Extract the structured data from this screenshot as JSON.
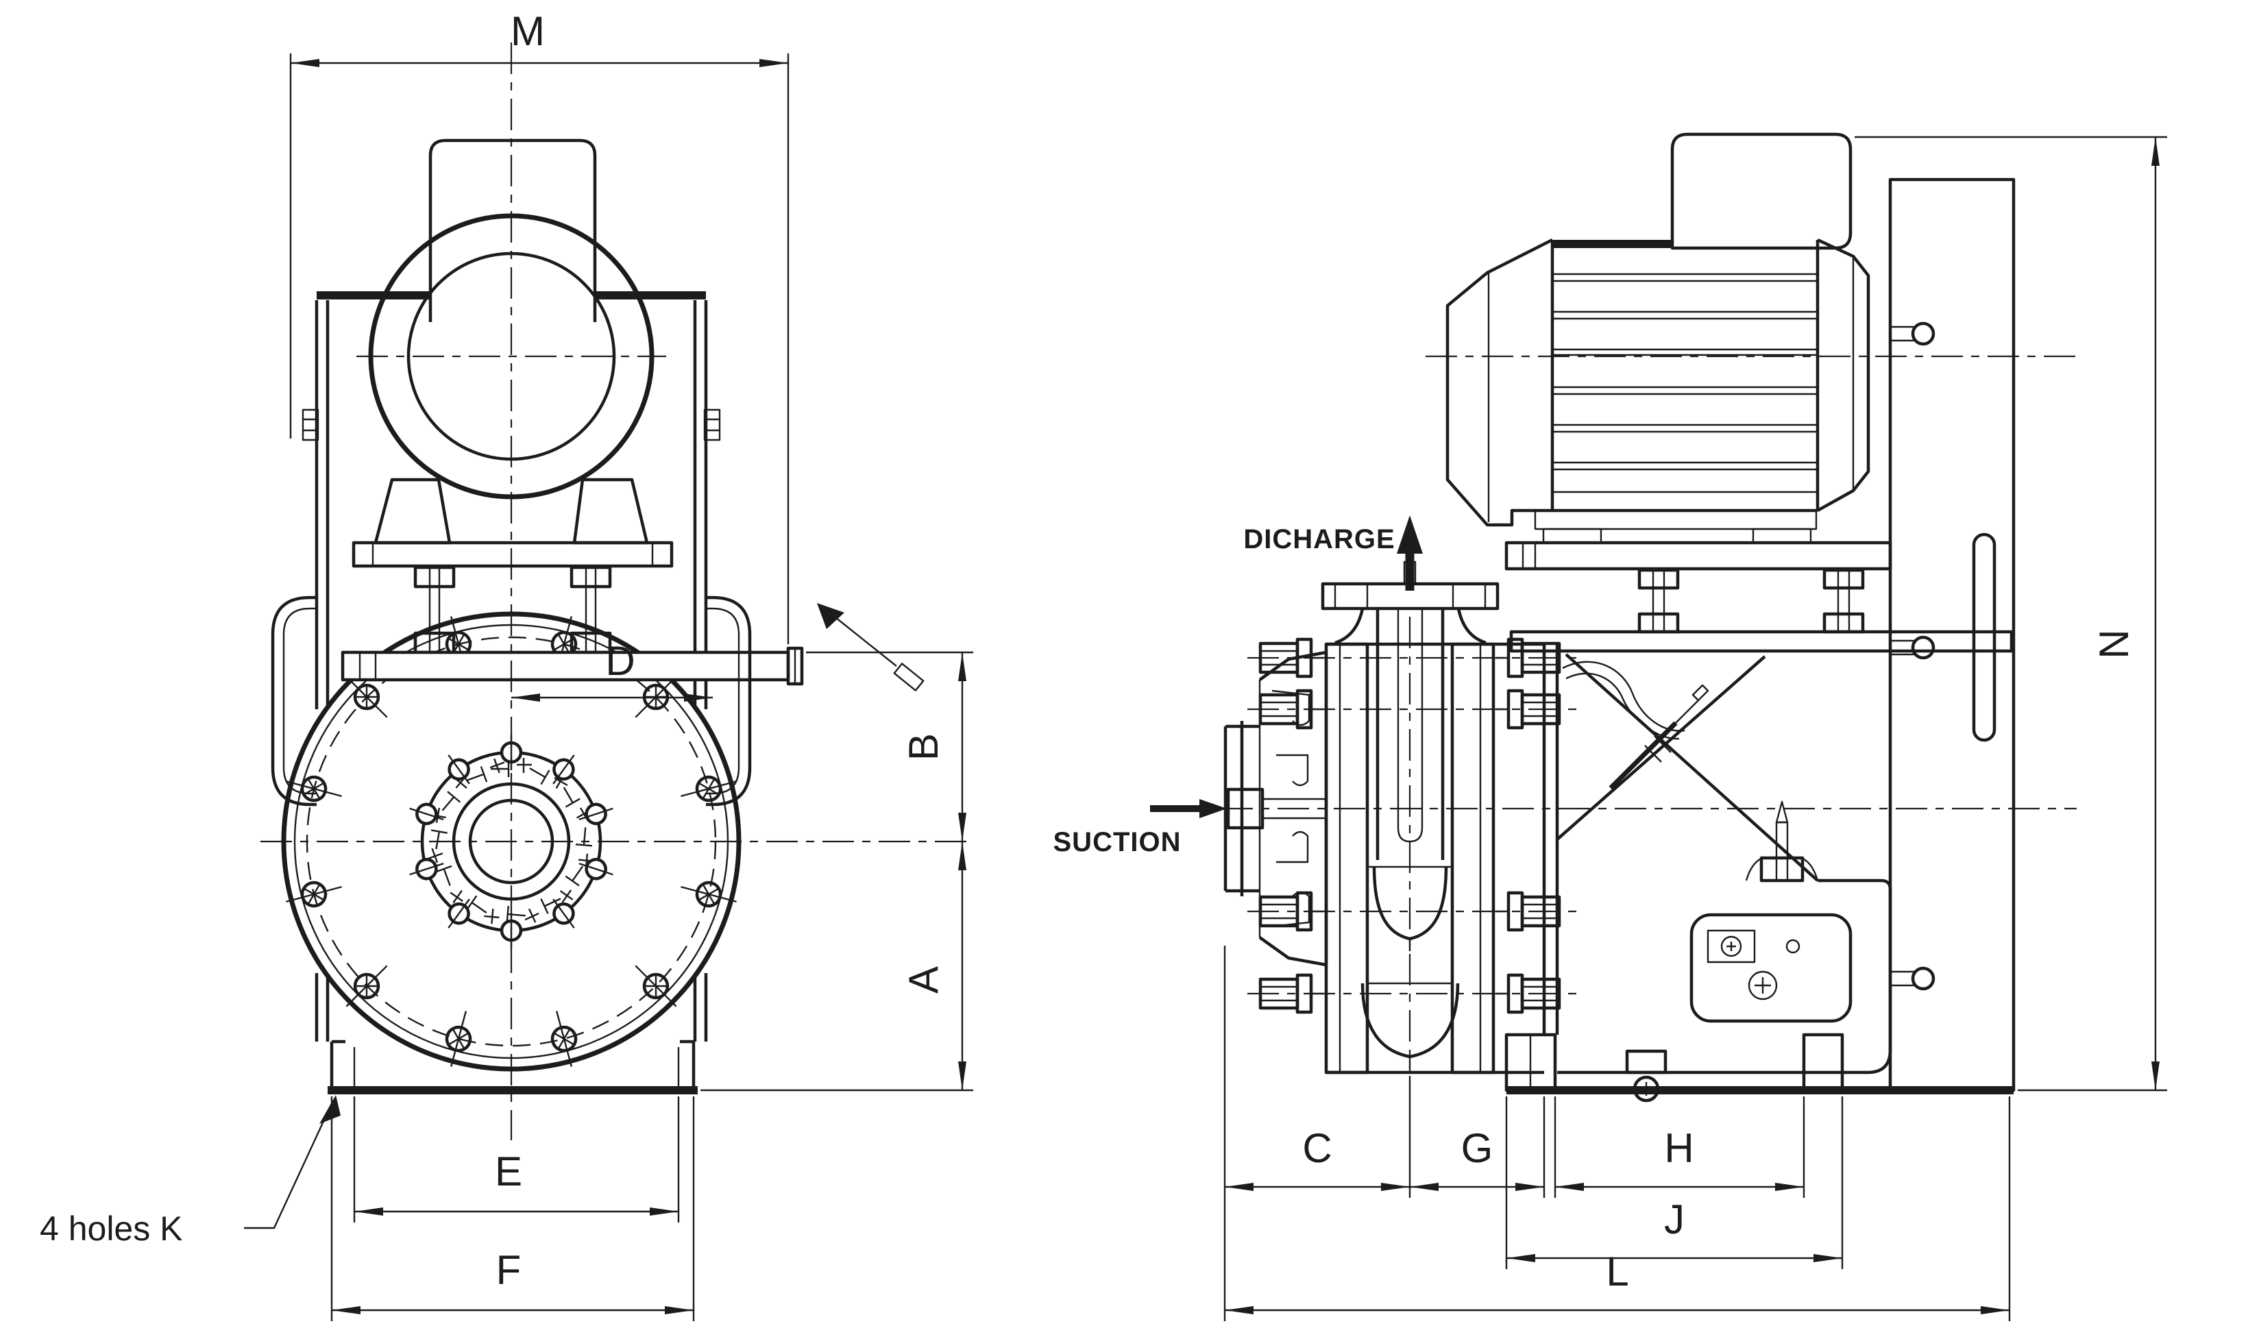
{
  "dims": {
    "M": "M",
    "B": "B",
    "A": "A",
    "D": "D",
    "E": "E",
    "F": "F",
    "N": "N",
    "C": "C",
    "G": "G",
    "H": "H",
    "J": "J",
    "L": "L"
  },
  "annotations": {
    "holes_note": "4 holes K",
    "discharge": "DICHARGE",
    "suction": "SUCTION"
  },
  "colors": {
    "line": "#1c1c1c",
    "background": "#ffffff"
  }
}
